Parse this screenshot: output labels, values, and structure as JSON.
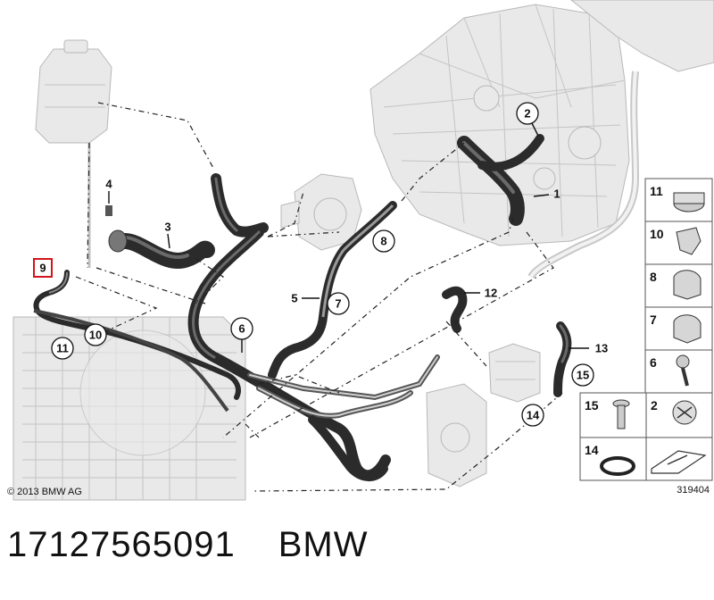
{
  "diagram": {
    "callouts": [
      "1",
      "2",
      "3",
      "4",
      "5",
      "6",
      "7",
      "8",
      "9",
      "10",
      "11",
      "12",
      "13",
      "14",
      "15"
    ],
    "legend": [
      "11",
      "10",
      "8",
      "7",
      "6",
      "15",
      "2",
      "14"
    ],
    "copyright": "© 2013 BMW AG",
    "ref_number": "319404"
  },
  "caption": {
    "part_number": "17127565091",
    "brand": "BMW"
  },
  "colors": {
    "highlight_box": "#d2141e",
    "hose": "#2b2b2b",
    "ghost_parts": "#e9e9e9"
  }
}
